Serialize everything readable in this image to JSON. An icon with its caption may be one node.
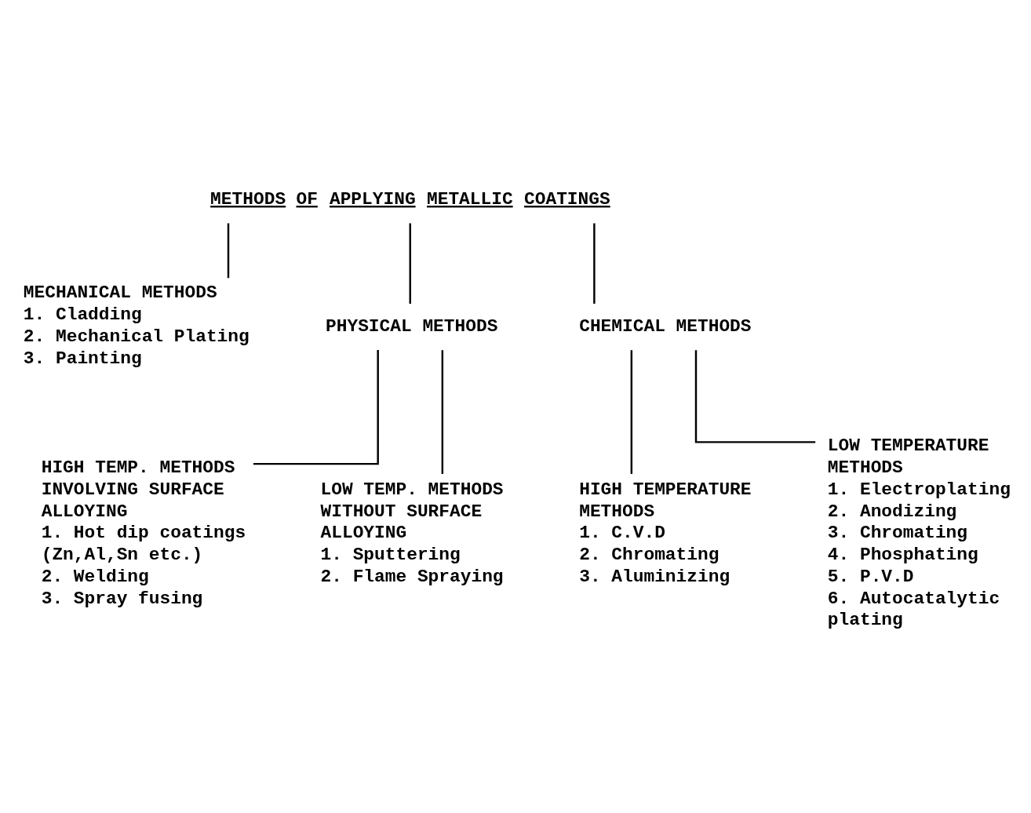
{
  "diagram": {
    "nodes": [
      {
        "text": [
          "METHODS OF APPLYING METALLIC COATINGS"
        ]
      },
      {
        "text": [
          "MECHANICAL METHODS",
          "1. Cladding",
          "2. Mechanical Plating",
          "3. Painting"
        ]
      },
      {
        "text": [
          "PHYSICAL METHODS"
        ]
      },
      {
        "text": [
          "CHEMICAL METHODS"
        ]
      },
      {
        "text": [
          "HIGH TEMP. METHODS INVOLVING SURFACE ALLOYING",
          "1. Hot dip coatings (Zn,Al,Sn etc.)",
          "2. Welding",
          "3. Spray fusing"
        ]
      },
      {
        "text": [
          "LOW TEMP. METHODS WITHOUT SURFACE ALLOYING",
          "1. Sputtering",
          "2. Flame Spraying"
        ]
      },
      {
        "text": [
          "HIGH TEMPERATURE METHODS",
          "1. C.V.D",
          "2. Chromating",
          "3. Aluminizing"
        ]
      },
      {
        "text": [
          "LOW TEMPERATURE METHODS",
          "1. Electroplating",
          "2. Anodizing",
          "3. Chromating",
          "4. Phosphating",
          "5. P.V.D",
          "6. Autocatalytic plating"
        ]
      }
    ],
    "edges": [
      {
        "from": 0,
        "to": 1,
        "arrow": "none"
      },
      {
        "from": 0,
        "to": 2,
        "arrow": "none"
      },
      {
        "from": 0,
        "to": 3,
        "arrow": "none"
      },
      {
        "from": 2,
        "to": 4,
        "arrow": "none"
      },
      {
        "from": 2,
        "to": 5,
        "arrow": "none"
      },
      {
        "from": 3,
        "to": 6,
        "arrow": "none"
      },
      {
        "from": 3,
        "to": 7,
        "arrow": "none"
      }
    ]
  }
}
